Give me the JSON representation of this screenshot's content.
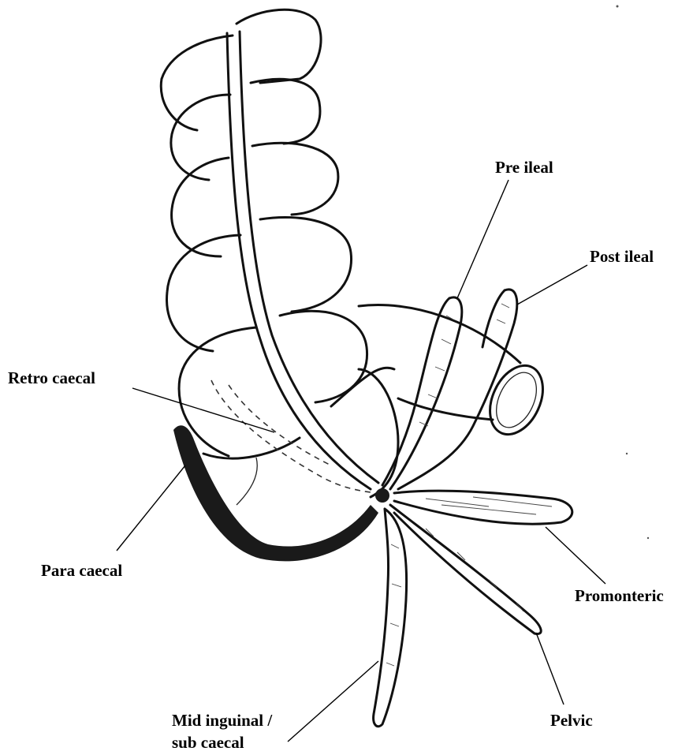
{
  "labels": {
    "pre_ileal": "Pre ileal",
    "post_ileal": "Post ileal",
    "retro_caecal": "Retro caecal",
    "para_caecal": "Para caecal",
    "promonteric": "Promonteric",
    "pelvic": "Pelvic",
    "mid_inguinal_line1": "Mid inguinal /",
    "mid_inguinal_line2": "sub caecal"
  }
}
